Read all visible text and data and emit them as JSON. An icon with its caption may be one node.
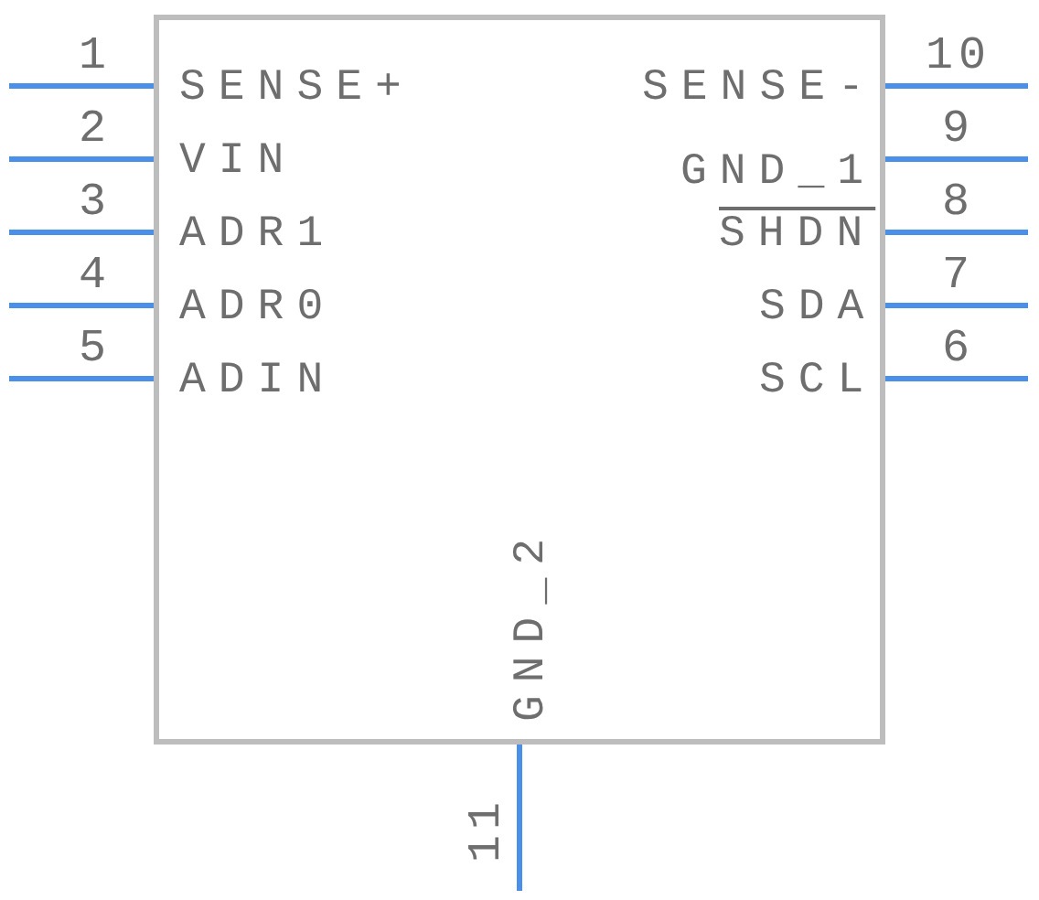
{
  "diagram": {
    "nodes": [
      {
        "text": [
          "SENSE+",
          "SENSE-",
          "VIN",
          "GND_1",
          "ADR1",
          "SHDN",
          "ADR0",
          "SDA",
          "ADIN",
          "SCL",
          "GND_2"
        ]
      }
    ],
    "labels": [
      "1",
      "2",
      "3",
      "4",
      "5",
      "6",
      "7",
      "8",
      "9",
      "10",
      "11"
    ]
  }
}
